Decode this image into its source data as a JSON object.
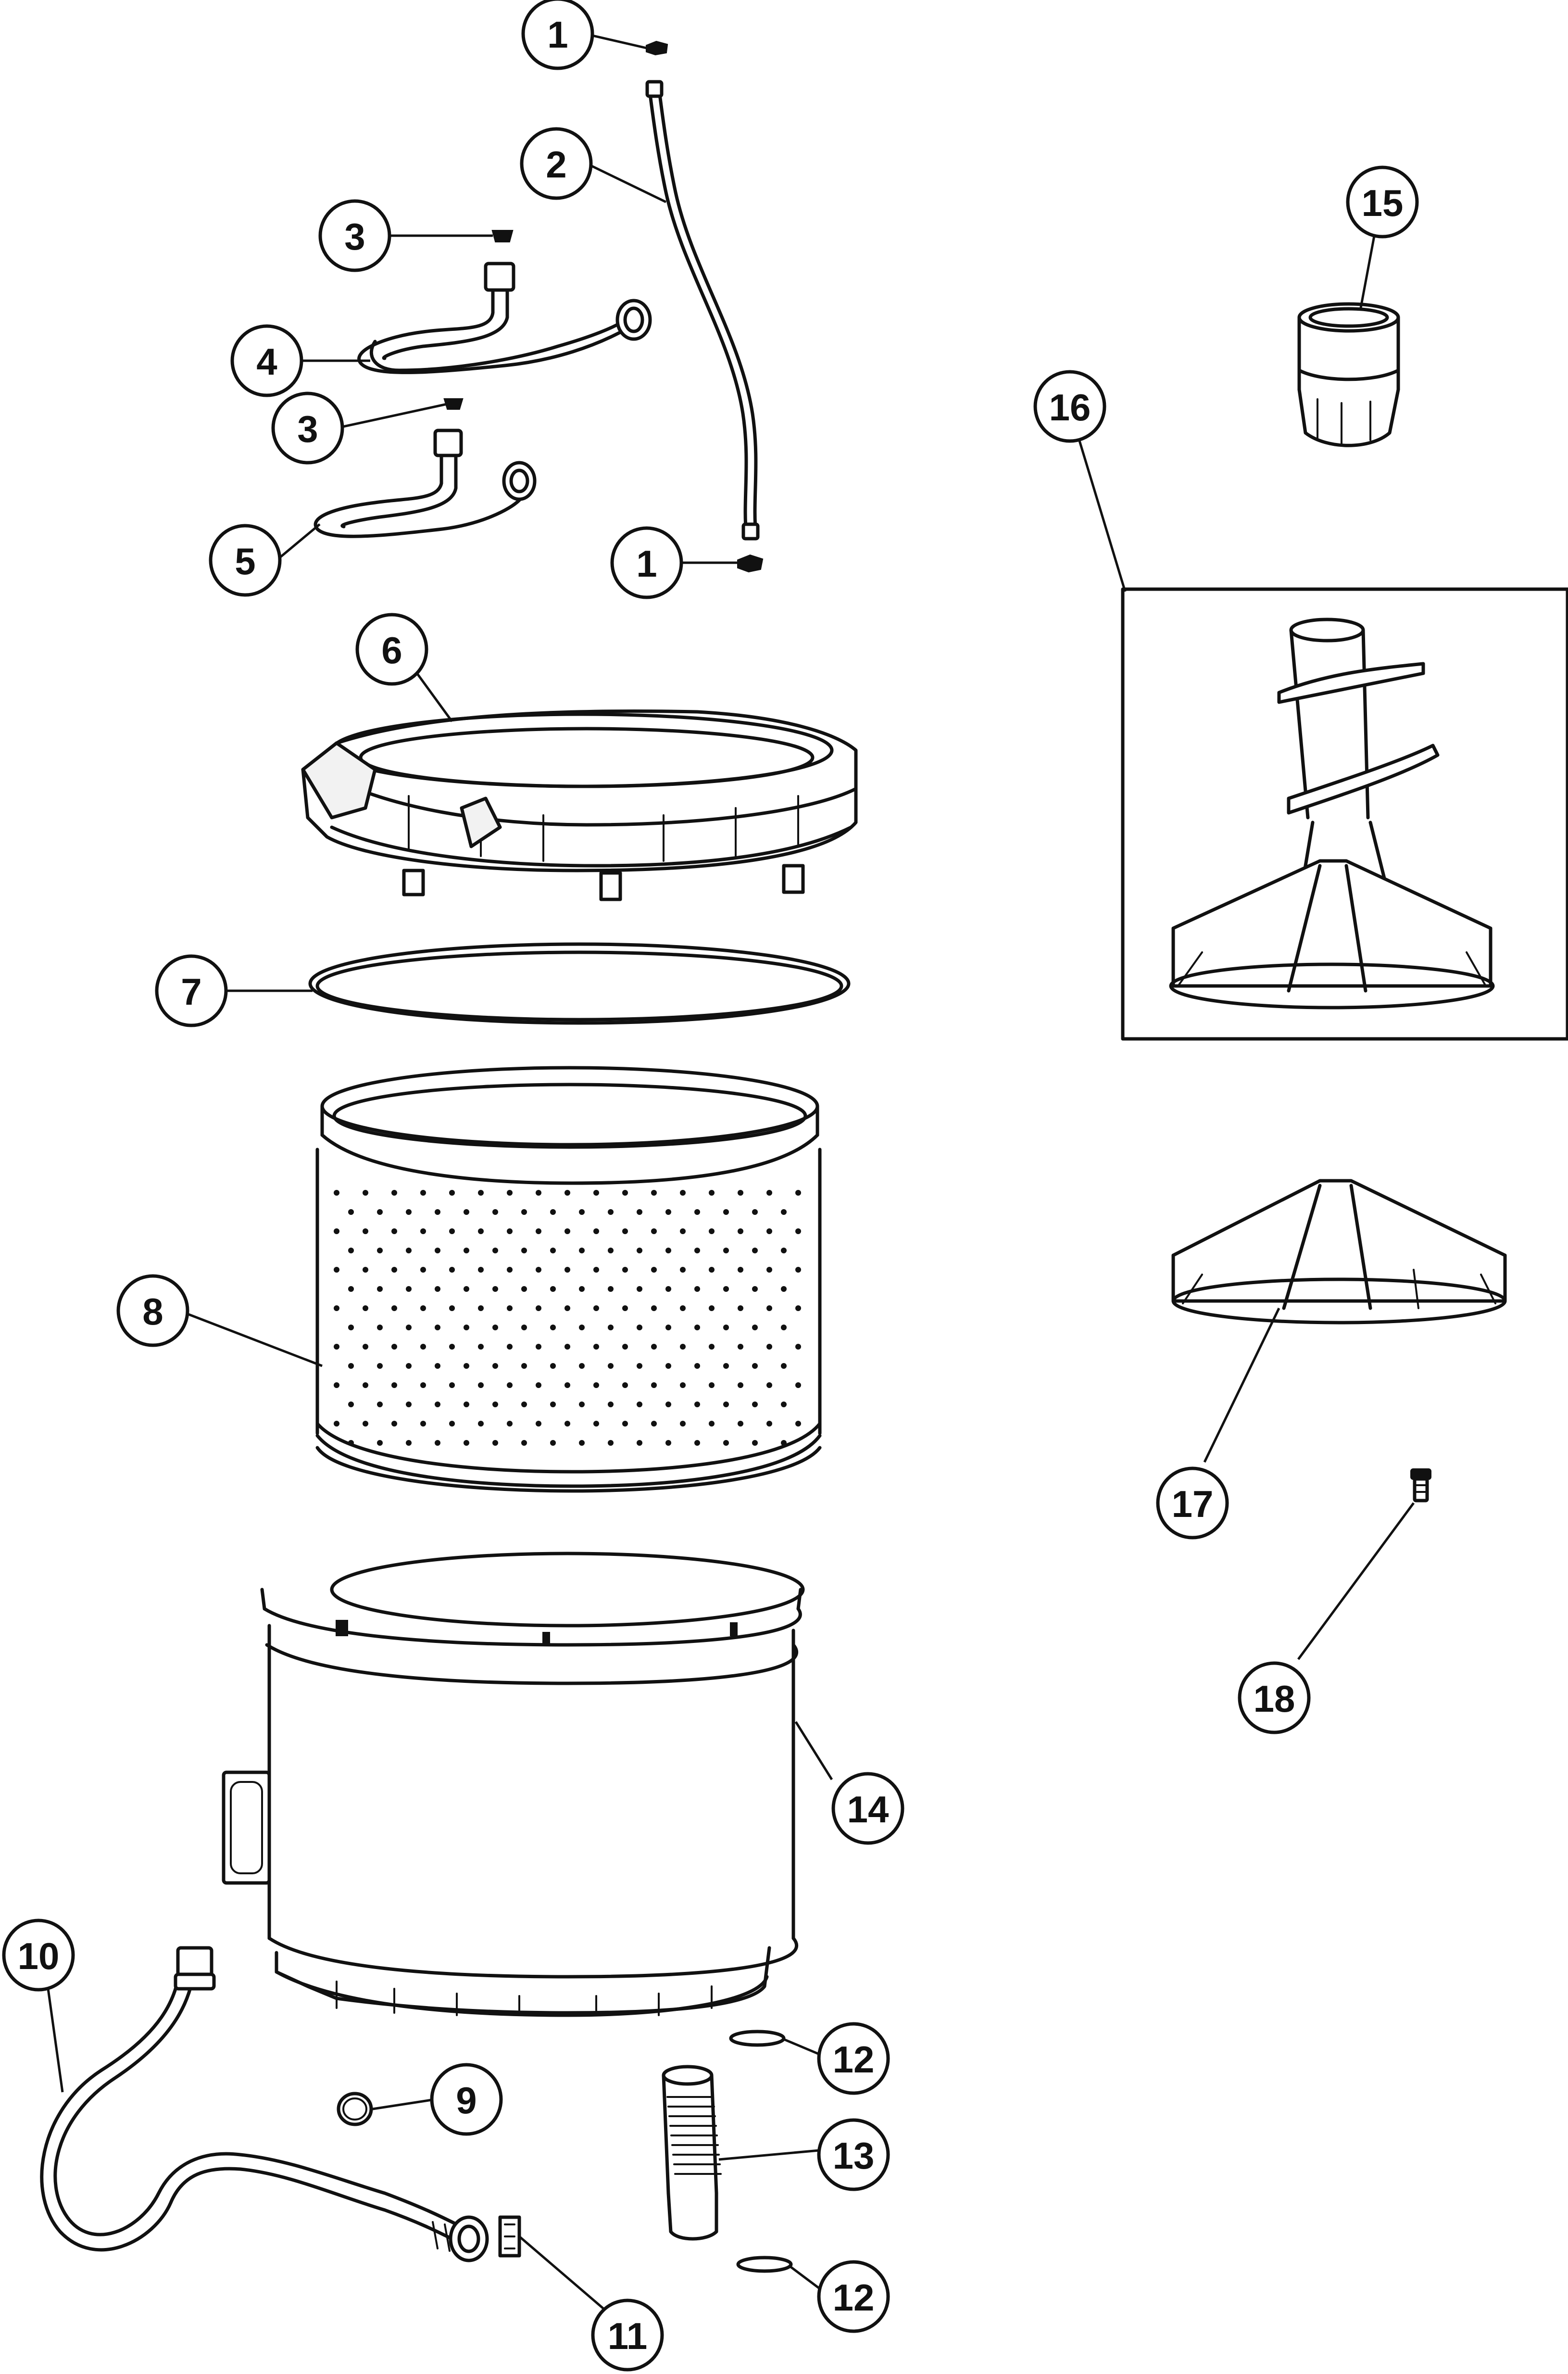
{
  "callouts": [
    {
      "label": "1"
    },
    {
      "label": "2"
    },
    {
      "label": "3"
    },
    {
      "label": "4"
    },
    {
      "label": "3"
    },
    {
      "label": "5"
    },
    {
      "label": "1"
    },
    {
      "label": "6"
    },
    {
      "label": "7"
    },
    {
      "label": "8"
    },
    {
      "label": "14"
    },
    {
      "label": "10"
    },
    {
      "label": "9"
    },
    {
      "label": "11"
    },
    {
      "label": "12"
    },
    {
      "label": "13"
    },
    {
      "label": "12"
    },
    {
      "label": "15"
    },
    {
      "label": "16"
    },
    {
      "label": "17"
    },
    {
      "label": "18"
    }
  ],
  "colors": {
    "line": "#111111",
    "background": "#ffffff"
  }
}
